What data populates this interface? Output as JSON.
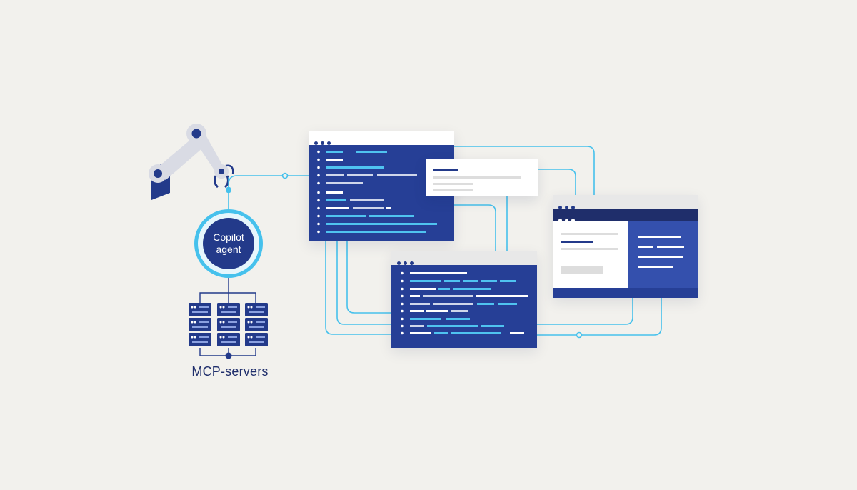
{
  "diagram": {
    "agent": {
      "label_line1": "Copilot",
      "label_line2": "agent"
    },
    "servers": {
      "label": "MCP-servers",
      "count": 3
    },
    "windows": [
      {
        "id": "editor-main"
      },
      {
        "id": "tooltip-card"
      },
      {
        "id": "editor-secondary"
      },
      {
        "id": "browser-preview"
      }
    ],
    "colors": {
      "background": "#f2f1ed",
      "navy": "#233a8a",
      "panel_blue": "#263f96",
      "cyan": "#46c1ec",
      "light_grey": "#dddddd"
    },
    "icons": [
      "robot-arm-icon",
      "server-rack-icon",
      "window-dots-icon"
    ]
  }
}
